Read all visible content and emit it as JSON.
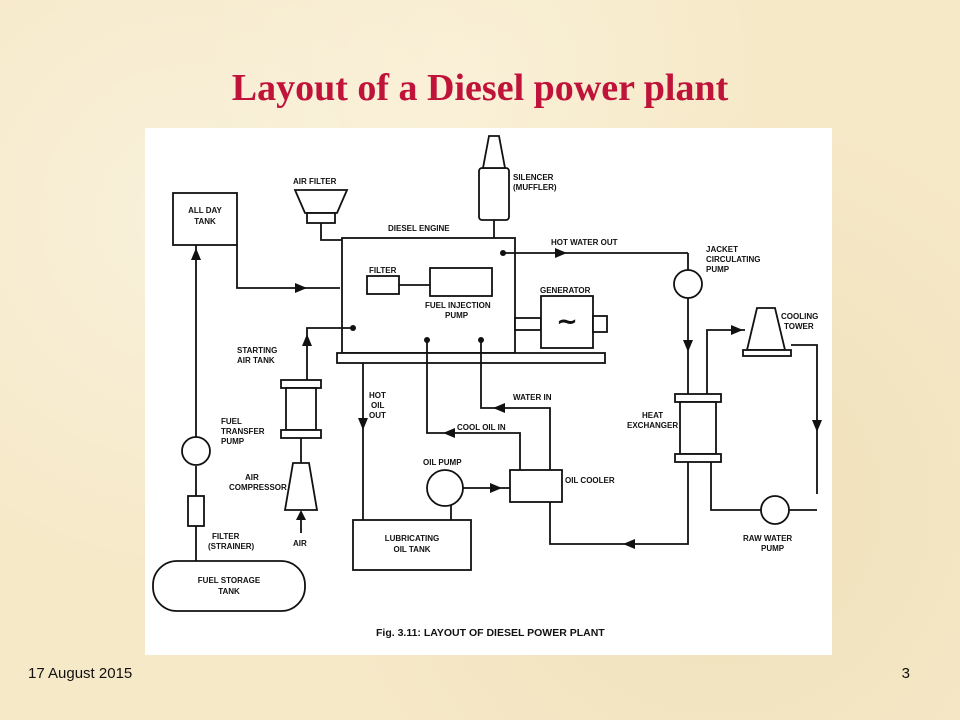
{
  "slide": {
    "title": "Layout of a Diesel power plant",
    "date": "17 August 2015",
    "page_number": "3"
  },
  "diagram": {
    "caption": "Fig. 3.11: LAYOUT OF DIESEL POWER PLANT",
    "labels": {
      "air_filter": "AIR FILTER",
      "silencer_line1": "SILENCER",
      "silencer_line2": "(MUFFLER)",
      "all_day_tank_line1": "ALL DAY",
      "all_day_tank_line2": "TANK",
      "diesel_engine": "DIESEL ENGINE",
      "hot_water_out": "HOT WATER OUT",
      "jacket_line1": "JACKET",
      "jacket_line2": "CIRCULATING",
      "jacket_line3": "PUMP",
      "filter": "FILTER",
      "fuel_injection_line1": "FUEL INJECTION",
      "fuel_injection_line2": "PUMP",
      "generator": "GENERATOR",
      "generator_symbol": "~",
      "cooling_tower_line1": "COOLING",
      "cooling_tower_line2": "TOWER",
      "starting_air_line1": "STARTING",
      "starting_air_line2": "AIR TANK",
      "hot_oil_line1": "HOT",
      "hot_oil_line2": "OIL",
      "hot_oil_line3": "OUT",
      "water_in": "WATER IN",
      "fuel_transfer_line1": "FUEL",
      "fuel_transfer_line2": "TRANSFER",
      "fuel_transfer_line3": "PUMP",
      "cool_oil_in": "COOL OIL IN",
      "heat_exchanger_line1": "HEAT",
      "heat_exchanger_line2": "EXCHANGER",
      "air_compressor_line1": "AIR",
      "air_compressor_line2": "COMPRESSOR",
      "oil_pump": "OIL PUMP",
      "oil_cooler": "OIL COOLER",
      "filter_strainer_line1": "FILTER",
      "filter_strainer_line2": "(STRAINER)",
      "air": "AIR",
      "raw_water_line1": "RAW WATER",
      "raw_water_line2": "PUMP",
      "lubricating_line1": "LUBRICATING",
      "lubricating_line2": "OIL TANK",
      "fuel_storage_line1": "FUEL STORAGE",
      "fuel_storage_line2": "TANK"
    }
  }
}
